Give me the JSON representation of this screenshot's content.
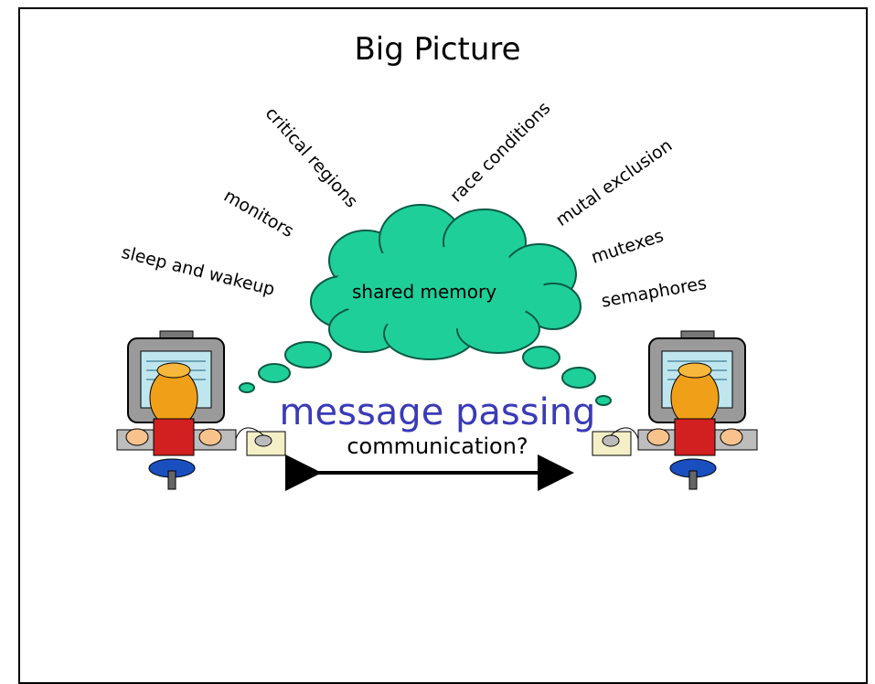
{
  "title": "Big Picture",
  "shared_memory_terms": {
    "critical_regions": "critical regions",
    "race_conditions": "race conditions",
    "mutal_exclusion": "mutal exclusion",
    "monitors": "monitors",
    "mutexes": "mutexes",
    "sleep_and_wakeup": "sleep and wakeup",
    "semaphores": "semaphores"
  },
  "cloud_label": "shared memory",
  "message_passing": "message passing",
  "communication": "communication?",
  "colors": {
    "cloud_fill": "#1fcf9a",
    "message_passing_text": "#3a3ab8"
  }
}
